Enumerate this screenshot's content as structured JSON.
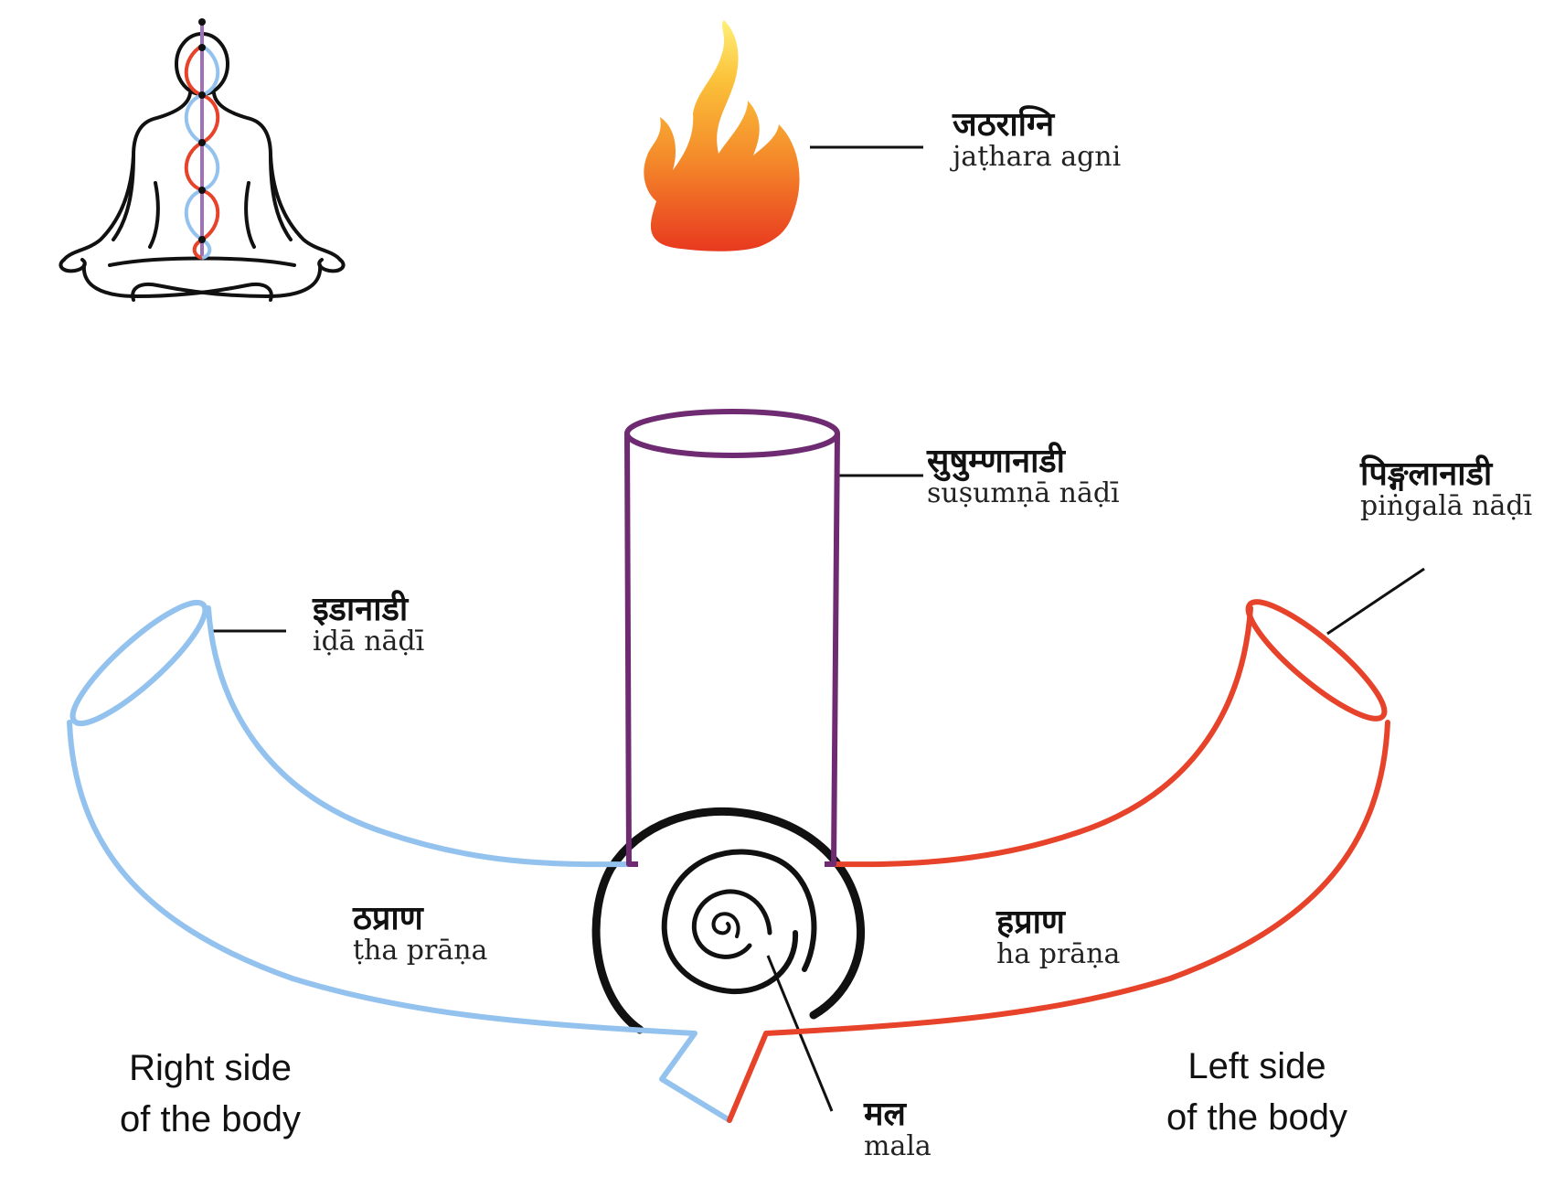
{
  "colors": {
    "ida": "#93c2ee",
    "pingala": "#e6432a",
    "susumna": "#6e2b72",
    "spiral": "#111111",
    "line": "#111111"
  },
  "labels": {
    "jathara_agni": {
      "devanagari": "जठराग्नि",
      "translit": "jaṭhara agni"
    },
    "susumna_nadi": {
      "devanagari": "सुषुम्णानाडी",
      "translit": "suṣumṇā nāḍī"
    },
    "pingala_nadi": {
      "devanagari": "पिङ्गलानाडी",
      "translit": "piṅgalā nāḍī"
    },
    "ida_nadi": {
      "devanagari": "इडानाडी",
      "translit": "iḍā nāḍī"
    },
    "tha_prana": {
      "devanagari": "ठप्राण",
      "translit": "ṭha prāṇa"
    },
    "ha_prana": {
      "devanagari": "हप्राण",
      "translit": "ha prāṇa"
    },
    "mala": {
      "devanagari": "मल",
      "translit": "mala"
    }
  },
  "sides": {
    "right": {
      "line1": "Right side",
      "line2": "of the body"
    },
    "left": {
      "line1": "Left side",
      "line2": "of the body"
    }
  }
}
